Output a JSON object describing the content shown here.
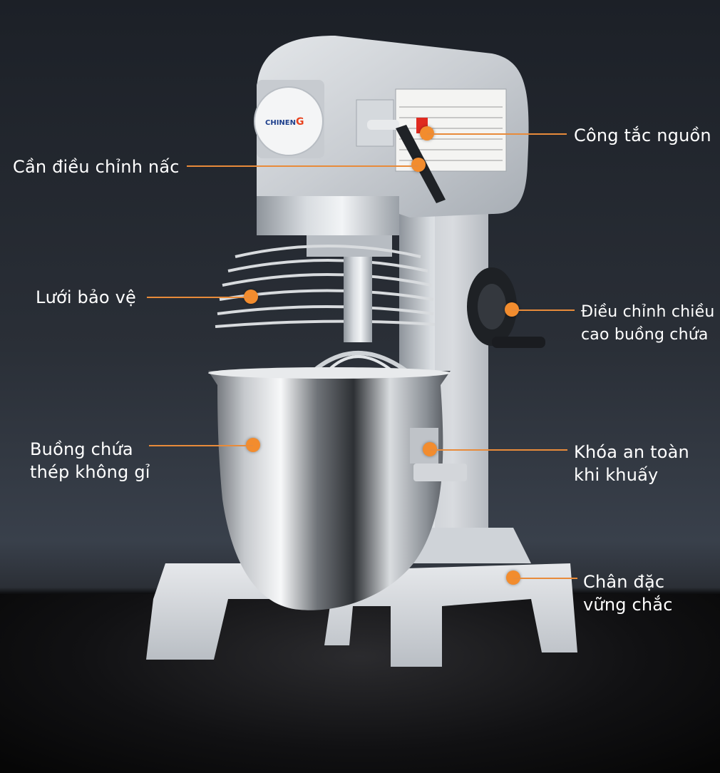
{
  "brand": {
    "logo_text": "CHINEN",
    "logo_mark": "G"
  },
  "callouts": {
    "power_switch": [
      "Công tắc nguồn"
    ],
    "speed_lever": [
      "Cần điều chỉnh nấc"
    ],
    "safety_guard": [
      "Lưới bảo vệ"
    ],
    "height_adjust": [
      "Điều chỉnh chiều",
      "cao buồng chứa"
    ],
    "bowl": [
      "Buồng chứa",
      "thép không gỉ"
    ],
    "stir_lock": [
      "Khóa an toàn",
      "khi khuấy"
    ],
    "stand": [
      "Chân đặc",
      "vững chắc"
    ]
  },
  "colors": {
    "accent": "#f28c2e",
    "line": "#e88b3a",
    "text": "#ffffff"
  }
}
